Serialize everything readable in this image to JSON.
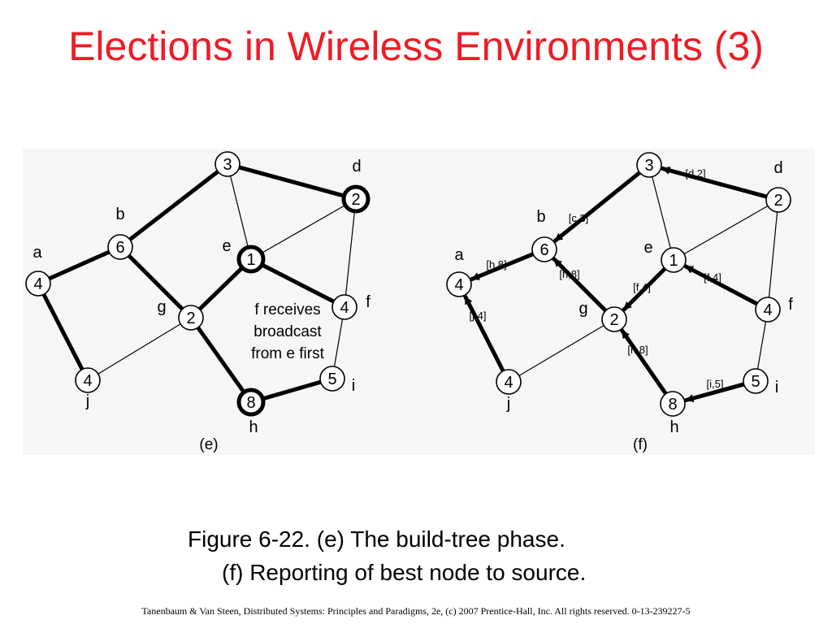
{
  "slide": {
    "title": "Elections in Wireless Environments (3)",
    "caption_line1": "Figure 6-22. (e) The build-tree phase.",
    "caption_line2": "(f) Reporting of best node to source.",
    "footer": "Tanenbaum & Van Steen, Distributed Systems: Principles and Paradigms, 2e, (c) 2007 Prentice-Hall, Inc. All rights reserved. 0-13-239227-5",
    "title_color": "#ee1c25"
  },
  "diagram_e": {
    "label": "(e)",
    "note_lines": [
      "f receives",
      "broadcast",
      "from e first"
    ],
    "nodes": [
      {
        "id": "a",
        "value": "4",
        "bold": false
      },
      {
        "id": "b",
        "value": "6",
        "bold": false
      },
      {
        "id": "c",
        "value": "3",
        "bold": false
      },
      {
        "id": "d",
        "value": "2",
        "bold": true
      },
      {
        "id": "e",
        "value": "1",
        "bold": true
      },
      {
        "id": "f",
        "value": "4",
        "bold": false
      },
      {
        "id": "g",
        "value": "2",
        "bold": false
      },
      {
        "id": "h",
        "value": "8",
        "bold": true
      },
      {
        "id": "i",
        "value": "5",
        "bold": false
      },
      {
        "id": "j",
        "value": "4",
        "bold": false
      }
    ],
    "names": [
      "a",
      "b",
      "d",
      "e",
      "f",
      "g",
      "h",
      "i",
      "j"
    ],
    "edges": [
      {
        "from": "a",
        "to": "b",
        "bold": true
      },
      {
        "from": "b",
        "to": "c",
        "bold": true
      },
      {
        "from": "c",
        "to": "d",
        "bold": true
      },
      {
        "from": "c",
        "to": "e",
        "bold": false
      },
      {
        "from": "d",
        "to": "e",
        "bold": false
      },
      {
        "from": "d",
        "to": "f",
        "bold": false
      },
      {
        "from": "e",
        "to": "f",
        "bold": true
      },
      {
        "from": "e",
        "to": "g",
        "bold": true
      },
      {
        "from": "b",
        "to": "g",
        "bold": true
      },
      {
        "from": "a",
        "to": "j",
        "bold": true
      },
      {
        "from": "j",
        "to": "g",
        "bold": false
      },
      {
        "from": "g",
        "to": "h",
        "bold": true
      },
      {
        "from": "h",
        "to": "i",
        "bold": true
      },
      {
        "from": "f",
        "to": "i",
        "bold": false
      }
    ]
  },
  "diagram_f": {
    "label": "(f)",
    "nodes": [
      {
        "id": "a",
        "value": "4"
      },
      {
        "id": "b",
        "value": "6"
      },
      {
        "id": "c",
        "value": "3"
      },
      {
        "id": "d",
        "value": "2"
      },
      {
        "id": "e",
        "value": "1"
      },
      {
        "id": "f",
        "value": "4"
      },
      {
        "id": "g",
        "value": "2"
      },
      {
        "id": "h",
        "value": "8"
      },
      {
        "id": "i",
        "value": "5"
      },
      {
        "id": "j",
        "value": "4"
      }
    ],
    "names": [
      "a",
      "b",
      "d",
      "e",
      "f",
      "g",
      "h",
      "i",
      "j"
    ],
    "edges": [
      {
        "from": "c",
        "to": "e",
        "bold": false
      },
      {
        "from": "d",
        "to": "e",
        "bold": false
      },
      {
        "from": "d",
        "to": "f",
        "bold": false
      },
      {
        "from": "f",
        "to": "i",
        "bold": false
      },
      {
        "from": "j",
        "to": "g",
        "bold": false
      }
    ],
    "arrows": [
      {
        "from": "d",
        "to": "c",
        "label": "[d,2]"
      },
      {
        "from": "c",
        "to": "b",
        "label": "[c,3]"
      },
      {
        "from": "b",
        "to": "a",
        "label": "[h,8]"
      },
      {
        "from": "g",
        "to": "b",
        "label": "[h,8]"
      },
      {
        "from": "e",
        "to": "g",
        "label": "[f,4]"
      },
      {
        "from": "f",
        "to": "e",
        "label": "[f,4]"
      },
      {
        "from": "j",
        "to": "a",
        "label": "[j,4]"
      },
      {
        "from": "h",
        "to": "g",
        "label": "[h,8]"
      },
      {
        "from": "i",
        "to": "h",
        "label": "[i,5]"
      }
    ]
  }
}
